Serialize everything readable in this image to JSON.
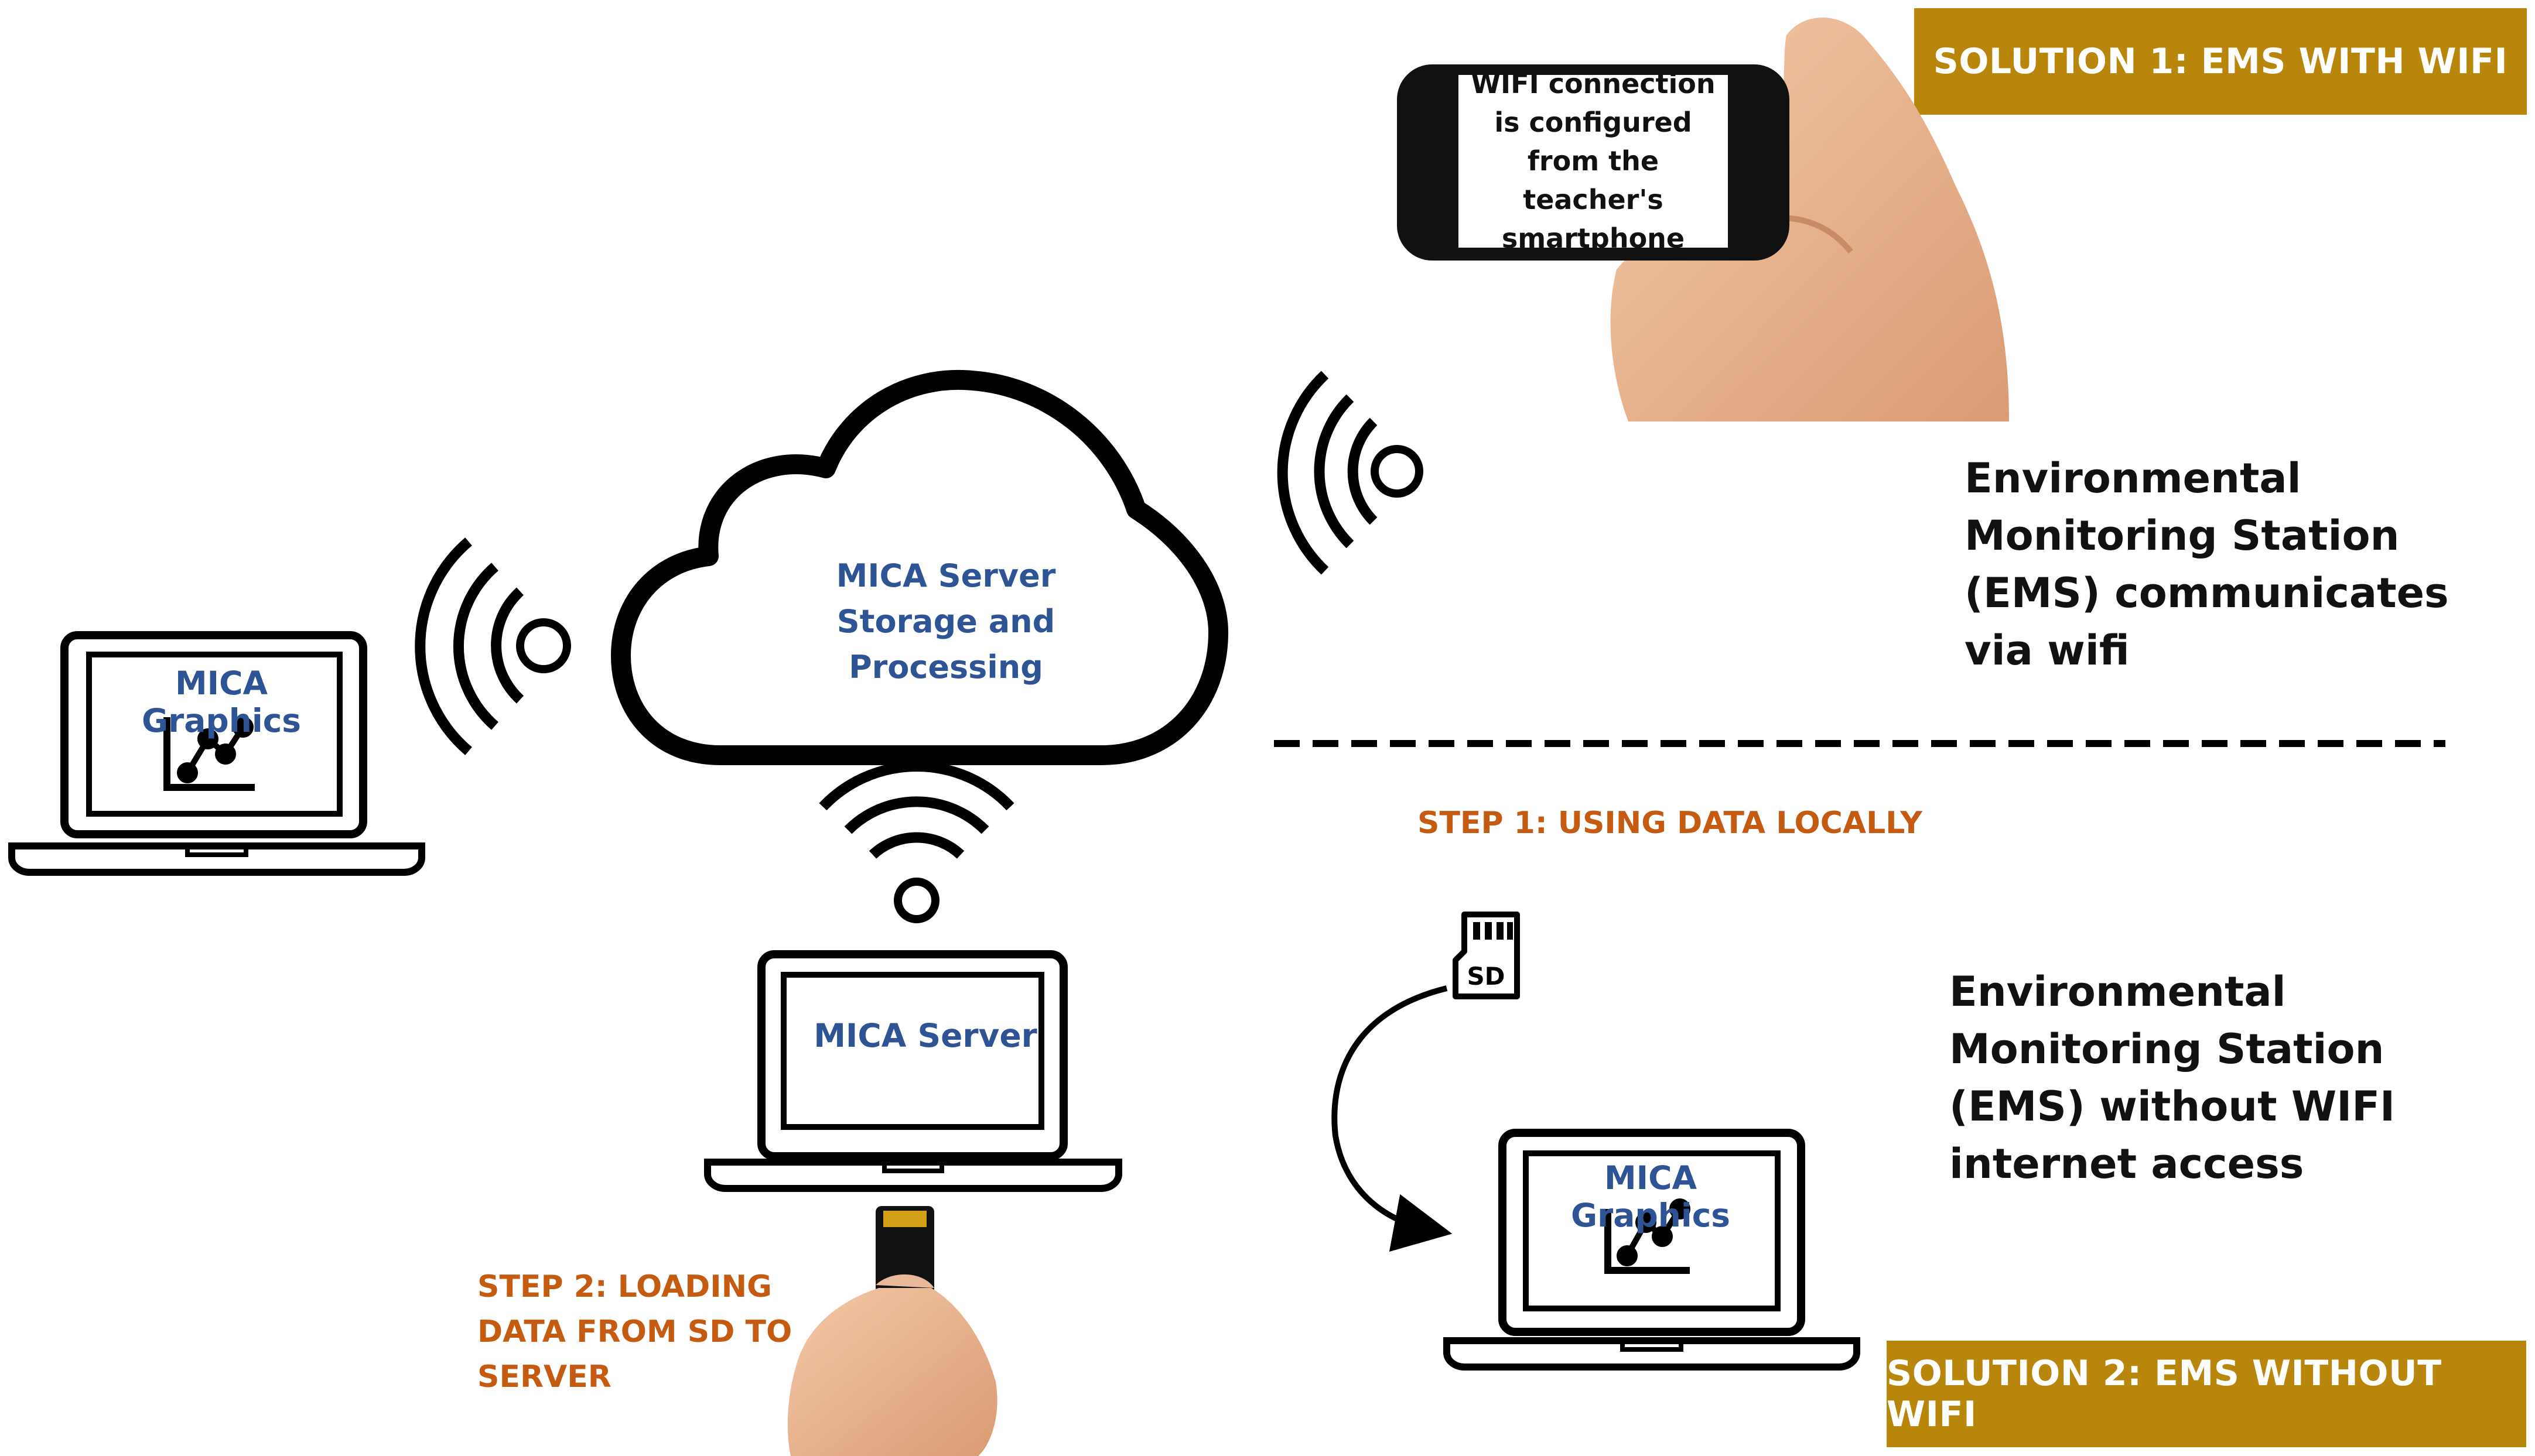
{
  "colors": {
    "gold": "#b8860b",
    "orange": "#c55a11",
    "blue": "#2f5496",
    "black": "#000000"
  },
  "solution_1": {
    "badge": "SOLUTION 1: EMS WITH WIFI",
    "phone_text": "WIFI connection is configured from the teacher's smartphone",
    "description": "Environmental Monitoring Station (EMS) communicates via wifi"
  },
  "cloud": {
    "label": "MICA Server Storage and Processing"
  },
  "laptops": {
    "left_label": "MICA Graphics",
    "server_label": "MICA Server",
    "local_label": "MICA Graphics"
  },
  "solution_2": {
    "step_1": "STEP 1: USING DATA LOCALLY",
    "step_2": "STEP 2: LOADING DATA FROM SD TO SERVER",
    "sd_label": "SD",
    "description": "Environmental Monitoring Station (EMS) without WIFI internet access",
    "badge": "SOLUTION 2: EMS WITHOUT WIFI"
  },
  "icons": [
    "wifi-icon",
    "cloud-icon",
    "laptop-icon",
    "smartphone-icon",
    "sd-card-icon",
    "curved-arrow-icon",
    "chart-icon",
    "hand-icon"
  ]
}
